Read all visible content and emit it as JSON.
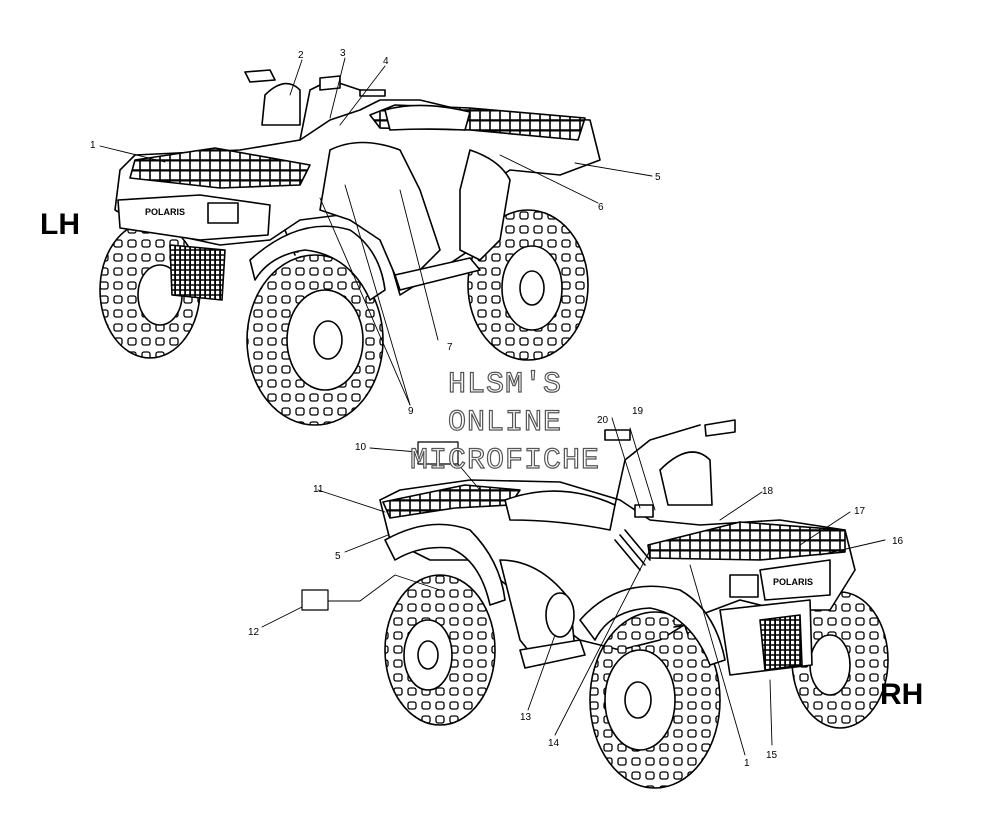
{
  "labels": {
    "left_side": "LH",
    "right_side": "RH"
  },
  "watermark": [
    "HLSM'S",
    "ONLINE",
    "MICROFICHE"
  ],
  "callouts": {
    "lh": [
      "1",
      "2",
      "3",
      "4",
      "5",
      "6",
      "7",
      "9"
    ],
    "rh": [
      "10",
      "11",
      "5",
      "12",
      "13",
      "14",
      "1",
      "15",
      "16",
      "17",
      "18",
      "19",
      "20"
    ]
  },
  "brand_plate": "POLARIS",
  "colors": {
    "line": "#000000",
    "background": "#ffffff"
  }
}
